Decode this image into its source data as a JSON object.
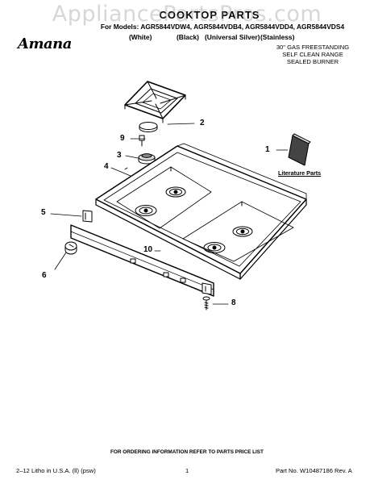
{
  "watermark": "AppliancePartsPros.com",
  "header": {
    "title": "COOKTOP PARTS",
    "models_line": "For Models: AGR5844VDW4, AGR5844VDB4, AGR5844VDD4, AGR5844VDS4",
    "variants": [
      "(White)",
      "(Black)",
      "(Universal Silver)",
      "(Stainless)"
    ],
    "brand": "Amana",
    "description": [
      "30\" GAS FREESTANDING",
      "SELF CLEAN RANGE",
      "SEALED BURNER"
    ]
  },
  "callouts": [
    "1",
    "2",
    "3",
    "4",
    "5",
    "6",
    "8",
    "9",
    "10"
  ],
  "literature_label": "Literature Parts",
  "footer": {
    "note": "FOR ORDERING INFORMATION REFER TO PARTS PRICE LIST",
    "left": "2–12 Litho in U.S.A. (ll) (psw)",
    "page": "1",
    "part_no": "Part No. W10487186 Rev. A"
  }
}
